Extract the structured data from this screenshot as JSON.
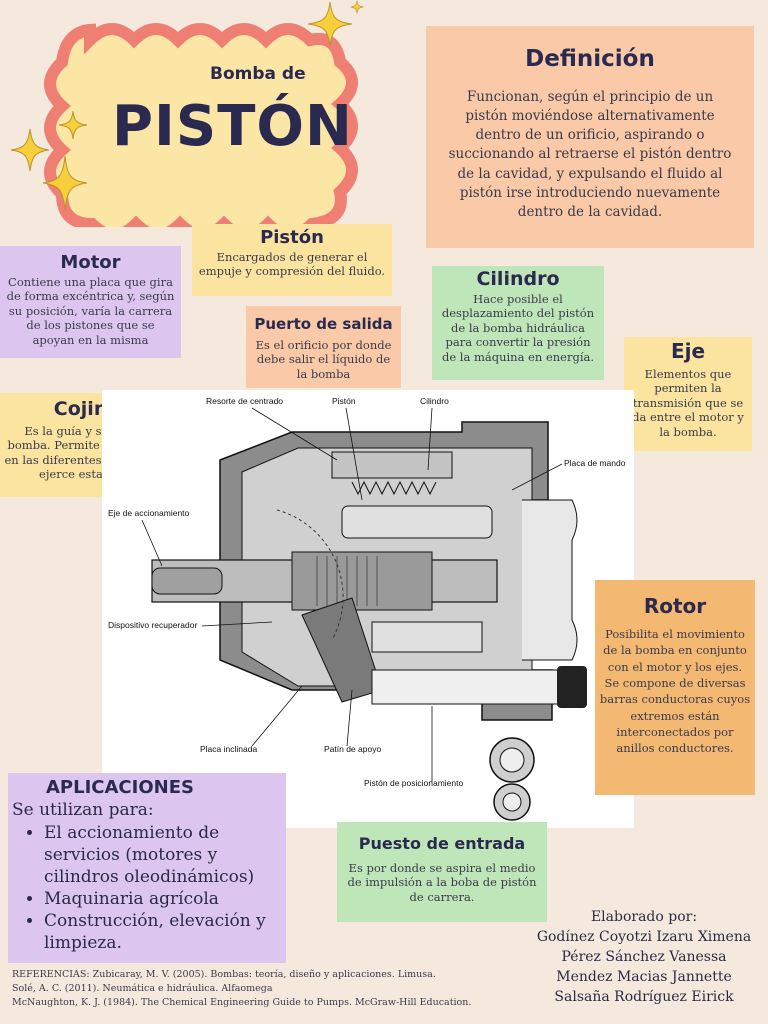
{
  "title": {
    "pre": "Bomba de",
    "main": "PISTÓN"
  },
  "definicion": {
    "heading": "Definición",
    "text": "Funcionan, según el principio de un pistón moviéndose alternativamente dentro de un orificio, aspirando o succionando al retraerse el pistón dentro de la cavidad, y expulsando el fluido al pistón irse introduciendo nuevamente dentro de la cavidad."
  },
  "piston": {
    "heading": "Pistón",
    "text": "Encargados de generar el empuje y compresión del fluido."
  },
  "motor": {
    "heading": "Motor",
    "text": "Contiene una placa que gira de forma excéntrica y, según su posición, varía la carrera de los pistones que se apoyan en la misma"
  },
  "puerto_salida": {
    "heading": "Puerto de salida",
    "text": "Es el orificio por donde debe salir el líquido de la bomba"
  },
  "cilindro": {
    "heading": "Cilindro",
    "text": "Hace posible el desplazamiento del pistón de la bomba hidráulica para convertir la presión de la máquina en energía."
  },
  "eje": {
    "heading": "Eje",
    "text": "Elementos que permiten la transmisión que se da entre el motor y la bomba."
  },
  "cojinete": {
    "heading": "Cojinete",
    "text": "Es la guía y soporte de la bomba. Permite una alineación en las diferentes rotaciones que ejerce esta máquina"
  },
  "rotor": {
    "heading": "Rotor",
    "text": "Posibilita el movimiento de la bomba en conjunto con el motor y los ejes.  Se compone de diversas barras conductoras cuyos extremos están interconectados por anillos conductores."
  },
  "aplicaciones": {
    "heading": "APLICACIONES",
    "intro": "Se utilizan para:",
    "items": [
      "El accionamiento de servicios (motores y cilindros oleodinámicos)",
      "Maquinaria agrícola",
      "Construcción, elevación y limpieza."
    ]
  },
  "puesto_entrada": {
    "heading": "Puesto de entrada",
    "text": "Es por donde se aspira el medio de impulsión a la boba de pistón de carrera."
  },
  "diagram_labels": {
    "resorte": "Resorte de centrado",
    "piston": "Pistón",
    "cilindro": "Cilindro",
    "placa_mando": "Placa de mando",
    "eje_accionamiento": "Eje de accionamiento",
    "dispositivo": "Dispositivo recuperador",
    "placa_inclinada": "Placa inclinada",
    "patin": "Patín de apoyo",
    "piston_posicionamiento": "Pistón de posicionamiento"
  },
  "credits": {
    "label": "Elaborado por:",
    "names": [
      "Godínez Coyotzi Izaru Ximena",
      "Pérez Sánchez Vanessa",
      "Mendez Macias Jannette",
      "Salsaña Rodríguez Eirick"
    ]
  },
  "references": [
    "REFERENCIAS: Zubicaray, M. V. (2005). Bombas: teoría, diseño y aplicaciones. Limusa.",
    "Solé, A. C. (2011). Neumática e hidráulica. Alfaomega",
    "McNaughton, K. J. (1984). The Chemical Engineering Guide to Pumps. McGraw-Hill Education."
  ],
  "colors": {
    "peach": "#f9c9a8",
    "yellow": "#fbe3a0",
    "lavender": "#dcc6ef",
    "mint": "#bfe6b8",
    "orange": "#f3b872",
    "wavy_fill": "#fbe6a6",
    "wavy_border": "#ef7f73"
  }
}
